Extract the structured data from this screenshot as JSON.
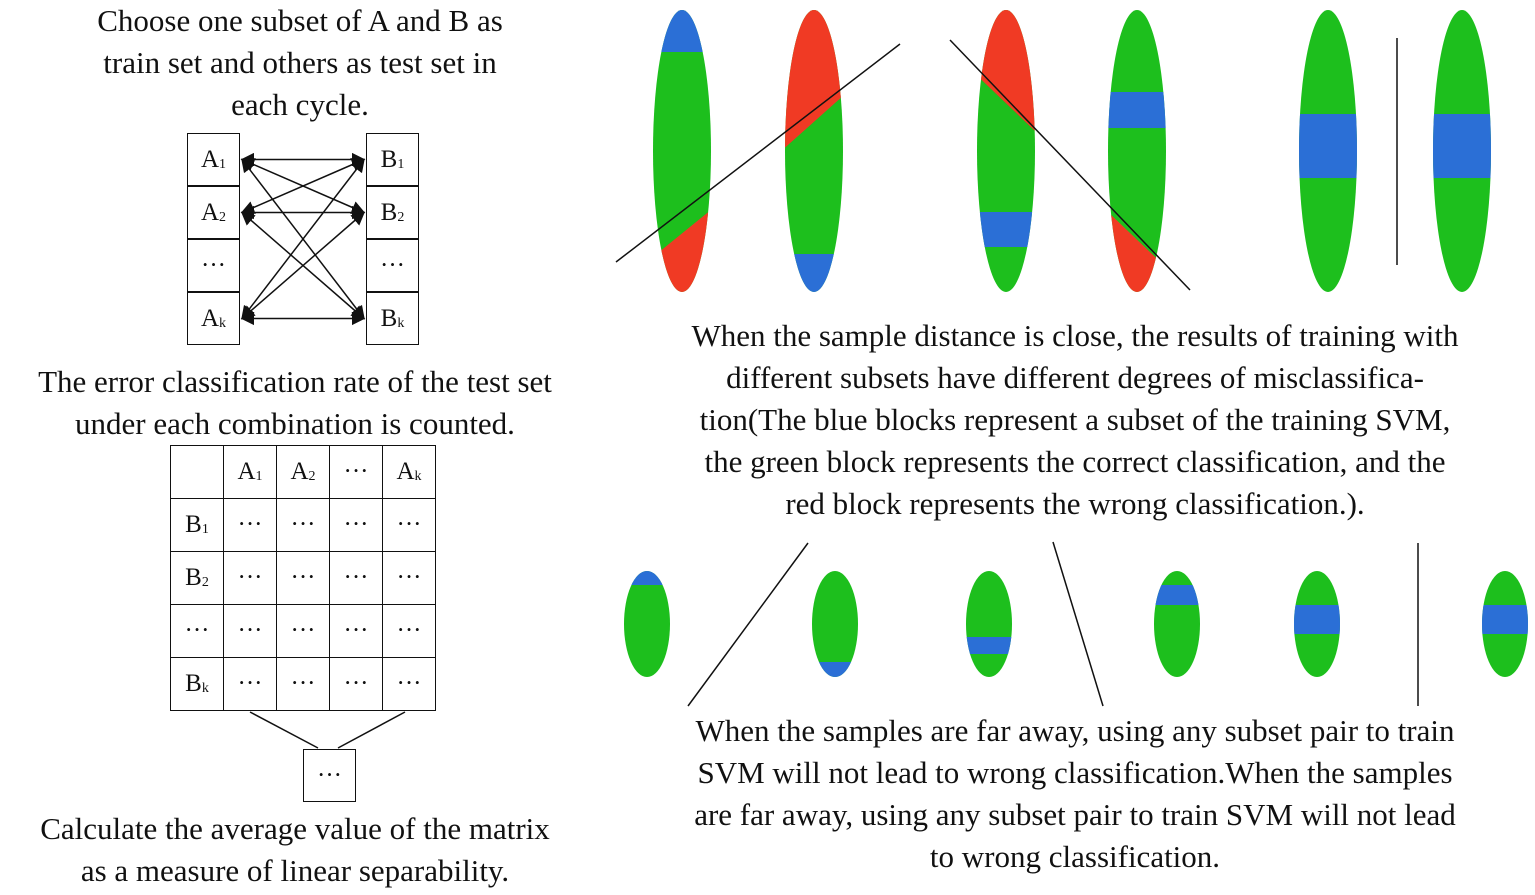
{
  "left": {
    "intro_lines": [
      "Choose one subset of A and B as",
      "train set and others as test set in",
      "each cycle."
    ],
    "subsets_a": [
      {
        "base": "A",
        "sub": "1"
      },
      {
        "base": "A",
        "sub": "2"
      },
      {
        "base": "···",
        "sub": ""
      },
      {
        "base": "A",
        "sub": "k"
      }
    ],
    "subsets_b": [
      {
        "base": "B",
        "sub": "1"
      },
      {
        "base": "B",
        "sub": "2"
      },
      {
        "base": "···",
        "sub": ""
      },
      {
        "base": "B",
        "sub": "k"
      }
    ],
    "error_lines": [
      "The error classification rate of the test set",
      "under each combination is counted."
    ],
    "matrix": {
      "col_headers": [
        {
          "base": "A",
          "sub": "1"
        },
        {
          "base": "A",
          "sub": "2"
        },
        {
          "base": "···",
          "sub": ""
        },
        {
          "base": "A",
          "sub": "k"
        }
      ],
      "row_headers": [
        {
          "base": "B",
          "sub": "1"
        },
        {
          "base": "B",
          "sub": "2"
        },
        {
          "base": "···",
          "sub": ""
        },
        {
          "base": "B",
          "sub": "k"
        }
      ],
      "cell_value": "···"
    },
    "average_box": "···",
    "average_lines": [
      "Calculate the average value of the matrix",
      "as a measure of linear separability."
    ]
  },
  "right": {
    "close_lines": [
      "When the sample distance is close, the results of training with",
      "different subsets have different degrees of misclassifica-",
      "tion(The blue blocks represent a subset of the training SVM,",
      "the green block represents the correct classification, and the",
      "red block represents the wrong classification.)."
    ],
    "far_lines": [
      "When the samples are far away, using any subset pair to train",
      "SVM will not lead to wrong classification.When the samples",
      "are far away, using any subset pair to train SVM will not lead",
      "to wrong classification."
    ]
  },
  "colors": {
    "green": "#1dbf1d",
    "blue": "#2b6fd6",
    "red": "#f03a24",
    "line": "#111111"
  }
}
